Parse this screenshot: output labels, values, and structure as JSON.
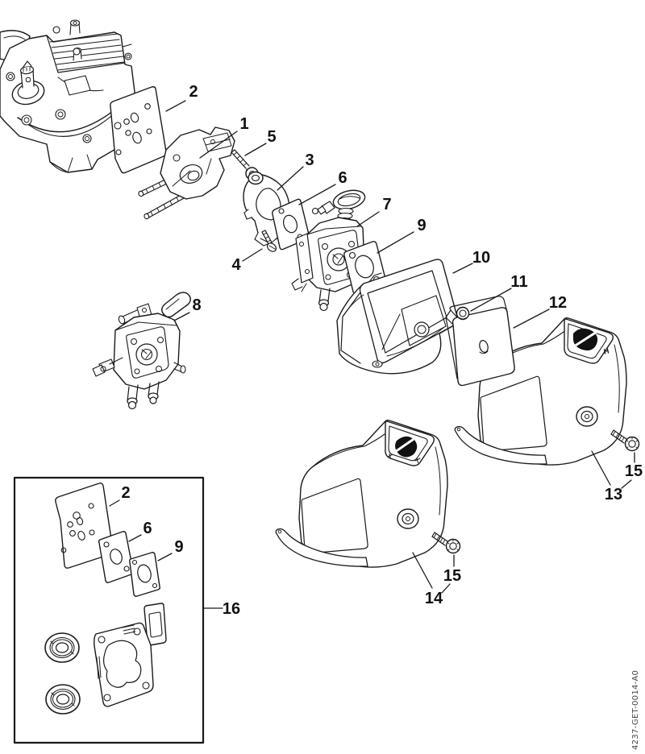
{
  "diagram": {
    "code": "4237-GET-0014-A0",
    "cover_marking_h": "H",
    "callouts": {
      "m1": "1",
      "m2": "2",
      "m3": "3",
      "m4": "4",
      "m5": "5",
      "m6": "6",
      "m7": "7",
      "m8": "8",
      "m9": "9",
      "m10": "10",
      "m11": "11",
      "m12": "12",
      "m13": "13",
      "m14": "14",
      "m15_right": "15",
      "m15_bottom": "15",
      "inset2": "2",
      "inset6": "6",
      "inset9": "9",
      "inset16": "16"
    }
  }
}
